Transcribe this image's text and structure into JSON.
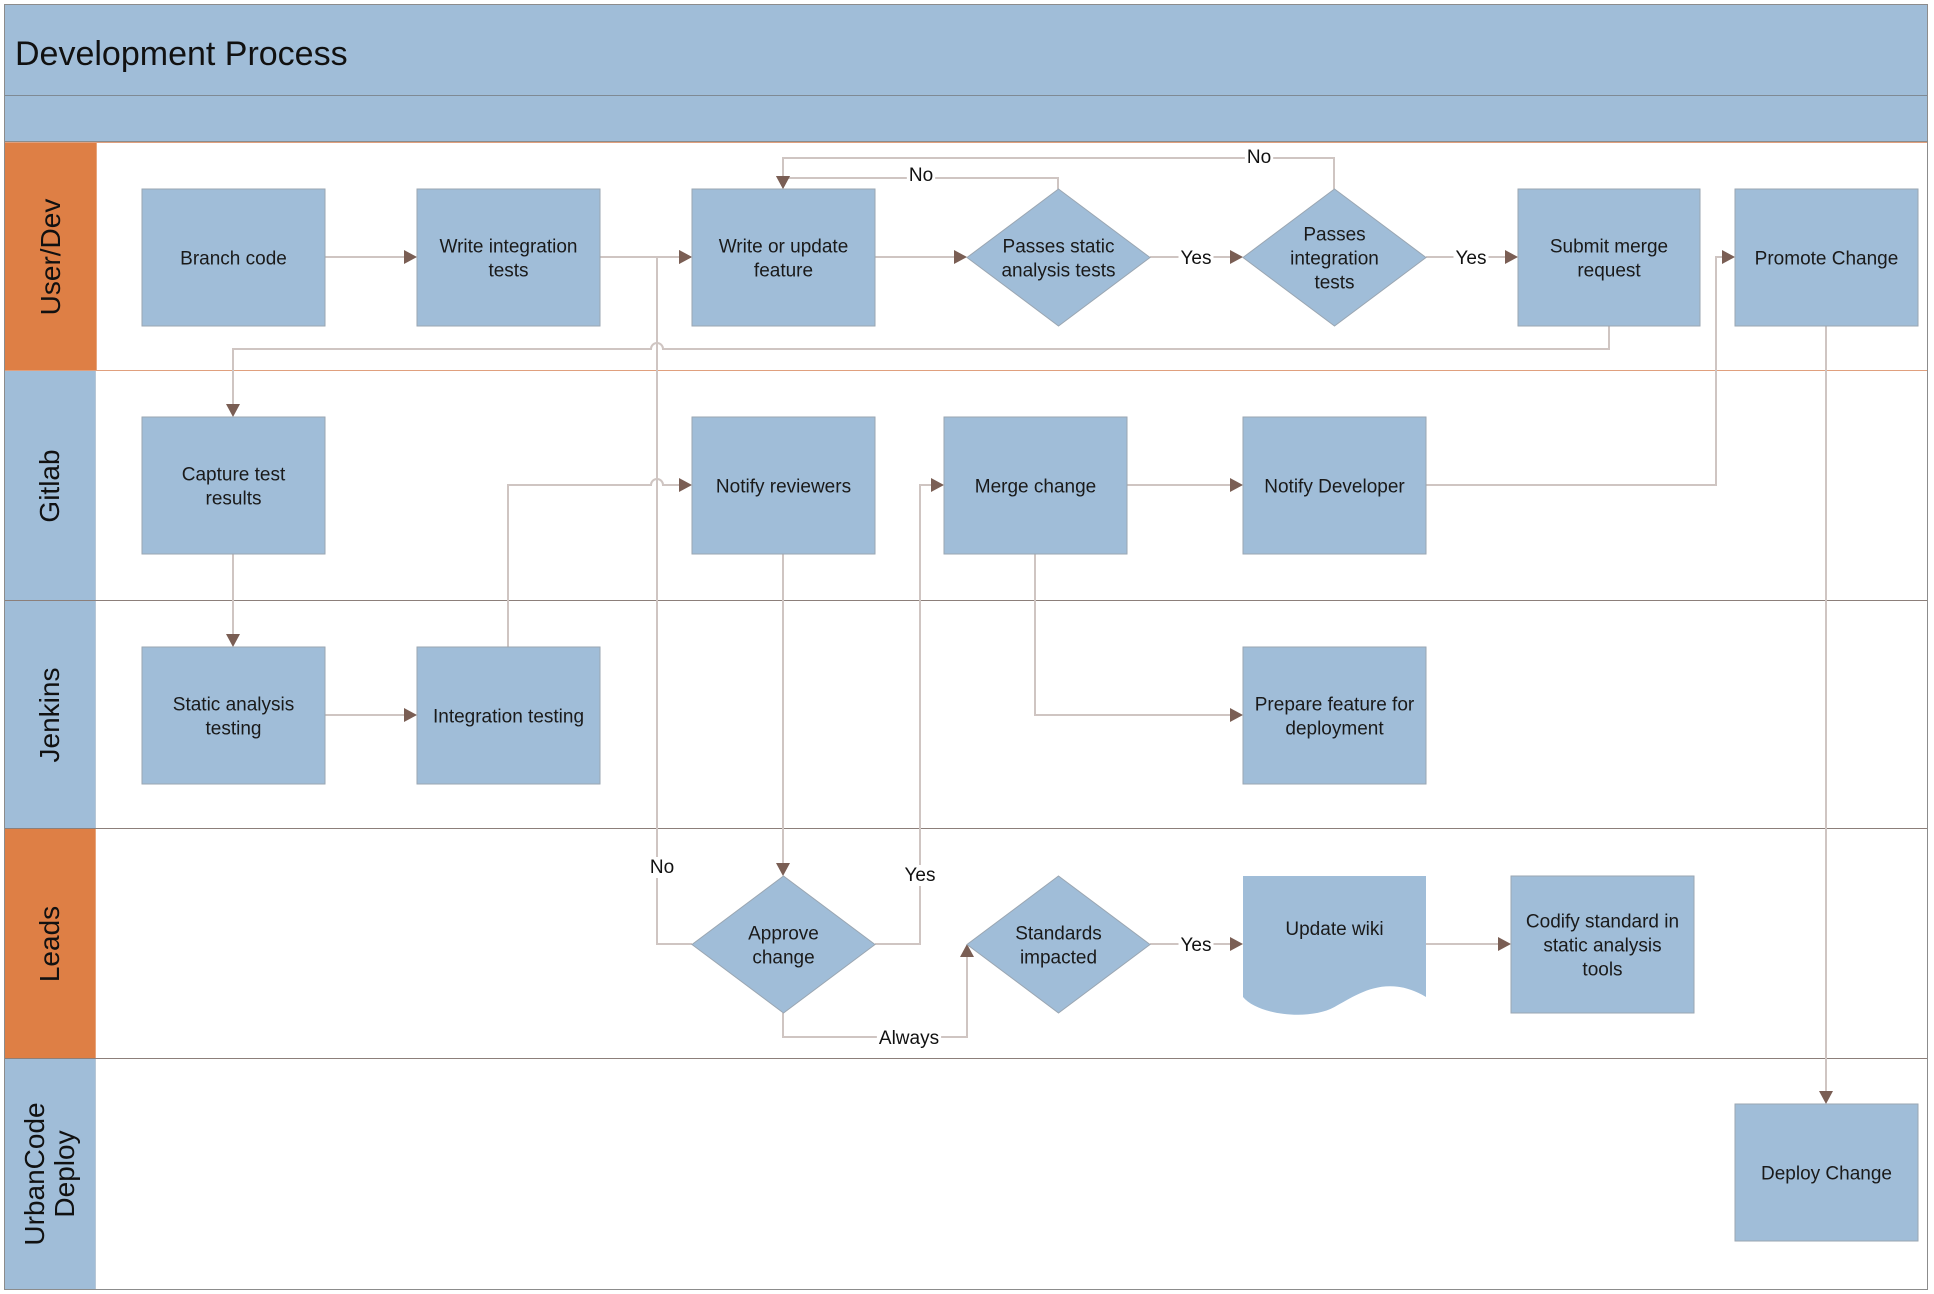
{
  "title": "Development Process",
  "lanes": [
    {
      "id": "userdev",
      "label": "User/Dev",
      "color": "#de7f45"
    },
    {
      "id": "gitlab",
      "label": "Gitlab",
      "color": "#a0bdd8"
    },
    {
      "id": "jenkins",
      "label": "Jenkins",
      "color": "#a0bdd8"
    },
    {
      "id": "leads",
      "label": "Leads",
      "color": "#de7f45"
    },
    {
      "id": "urbancode",
      "label": "UrbanCode Deploy",
      "label_lines": [
        "UrbanCode",
        "Deploy"
      ],
      "color": "#a0bdd8"
    }
  ],
  "colors": {
    "shape_fill": "#a0bdd8",
    "shape_stroke": "#9aa6b2",
    "connector": "#cfc5c2",
    "arrowhead": "#7a5e54",
    "header_orange": "#de7f45",
    "header_blue": "#a0bdd8"
  },
  "nodes": [
    {
      "id": "branch-code",
      "lane": "userdev",
      "type": "process",
      "lines": [
        "Branch code"
      ]
    },
    {
      "id": "write-integration-tests",
      "lane": "userdev",
      "type": "process",
      "lines": [
        "Write integration",
        "tests"
      ]
    },
    {
      "id": "write-update-feature",
      "lane": "userdev",
      "type": "process",
      "lines": [
        "Write or update",
        "feature"
      ]
    },
    {
      "id": "passes-static",
      "lane": "userdev",
      "type": "decision",
      "lines": [
        "Passes static",
        "analysis tests"
      ]
    },
    {
      "id": "passes-integration",
      "lane": "userdev",
      "type": "decision",
      "lines": [
        "Passes",
        "integration",
        "tests"
      ]
    },
    {
      "id": "submit-merge-request",
      "lane": "userdev",
      "type": "process",
      "lines": [
        "Submit merge",
        "request"
      ]
    },
    {
      "id": "promote-change",
      "lane": "userdev",
      "type": "process",
      "lines": [
        "Promote Change"
      ]
    },
    {
      "id": "capture-test-results",
      "lane": "gitlab",
      "type": "process",
      "lines": [
        "Capture test",
        "results"
      ]
    },
    {
      "id": "notify-reviewers",
      "lane": "gitlab",
      "type": "process",
      "lines": [
        "Notify reviewers"
      ]
    },
    {
      "id": "merge-change",
      "lane": "gitlab",
      "type": "process",
      "lines": [
        "Merge change"
      ]
    },
    {
      "id": "notify-developer",
      "lane": "gitlab",
      "type": "process",
      "lines": [
        "Notify Developer"
      ]
    },
    {
      "id": "static-analysis-testing",
      "lane": "jenkins",
      "type": "process",
      "lines": [
        "Static analysis",
        "testing"
      ]
    },
    {
      "id": "integration-testing",
      "lane": "jenkins",
      "type": "process",
      "lines": [
        "Integration testing"
      ]
    },
    {
      "id": "prepare-feature",
      "lane": "jenkins",
      "type": "process",
      "lines": [
        "Prepare feature for",
        "deployment"
      ]
    },
    {
      "id": "approve-change",
      "lane": "leads",
      "type": "decision",
      "lines": [
        "Approve",
        "change"
      ]
    },
    {
      "id": "standards-impacted",
      "lane": "leads",
      "type": "decision",
      "lines": [
        "Standards",
        "impacted"
      ]
    },
    {
      "id": "update-wiki",
      "lane": "leads",
      "type": "document",
      "lines": [
        "Update wiki"
      ]
    },
    {
      "id": "codify-standard",
      "lane": "leads",
      "type": "process",
      "lines": [
        "Codify standard in",
        "static analysis",
        "tools"
      ]
    },
    {
      "id": "deploy-change",
      "lane": "urbancode",
      "type": "process",
      "lines": [
        "Deploy Change"
      ]
    }
  ],
  "edges": [
    {
      "from": "branch-code",
      "to": "write-integration-tests",
      "label": ""
    },
    {
      "from": "write-integration-tests",
      "to": "write-update-feature",
      "label": ""
    },
    {
      "from": "write-update-feature",
      "to": "passes-static",
      "label": ""
    },
    {
      "from": "passes-static",
      "to": "passes-integration",
      "label": "Yes"
    },
    {
      "from": "passes-static",
      "to": "write-update-feature",
      "label": "No"
    },
    {
      "from": "passes-integration",
      "to": "submit-merge-request",
      "label": "Yes"
    },
    {
      "from": "passes-integration",
      "to": "write-update-feature",
      "label": "No"
    },
    {
      "from": "submit-merge-request",
      "to": "capture-test-results",
      "label": ""
    },
    {
      "from": "capture-test-results",
      "to": "static-analysis-testing",
      "label": ""
    },
    {
      "from": "static-analysis-testing",
      "to": "integration-testing",
      "label": ""
    },
    {
      "from": "integration-testing",
      "to": "notify-reviewers",
      "label": ""
    },
    {
      "from": "notify-reviewers",
      "to": "approve-change",
      "label": ""
    },
    {
      "from": "approve-change",
      "to": "write-update-feature",
      "label": "No"
    },
    {
      "from": "approve-change",
      "to": "merge-change",
      "label": "Yes"
    },
    {
      "from": "approve-change",
      "to": "standards-impacted",
      "label": "Always"
    },
    {
      "from": "merge-change",
      "to": "notify-developer",
      "label": ""
    },
    {
      "from": "merge-change",
      "to": "prepare-feature",
      "label": ""
    },
    {
      "from": "notify-developer",
      "to": "promote-change",
      "label": ""
    },
    {
      "from": "standards-impacted",
      "to": "update-wiki",
      "label": "Yes"
    },
    {
      "from": "update-wiki",
      "to": "codify-standard",
      "label": ""
    },
    {
      "from": "promote-change",
      "to": "deploy-change",
      "label": ""
    }
  ]
}
